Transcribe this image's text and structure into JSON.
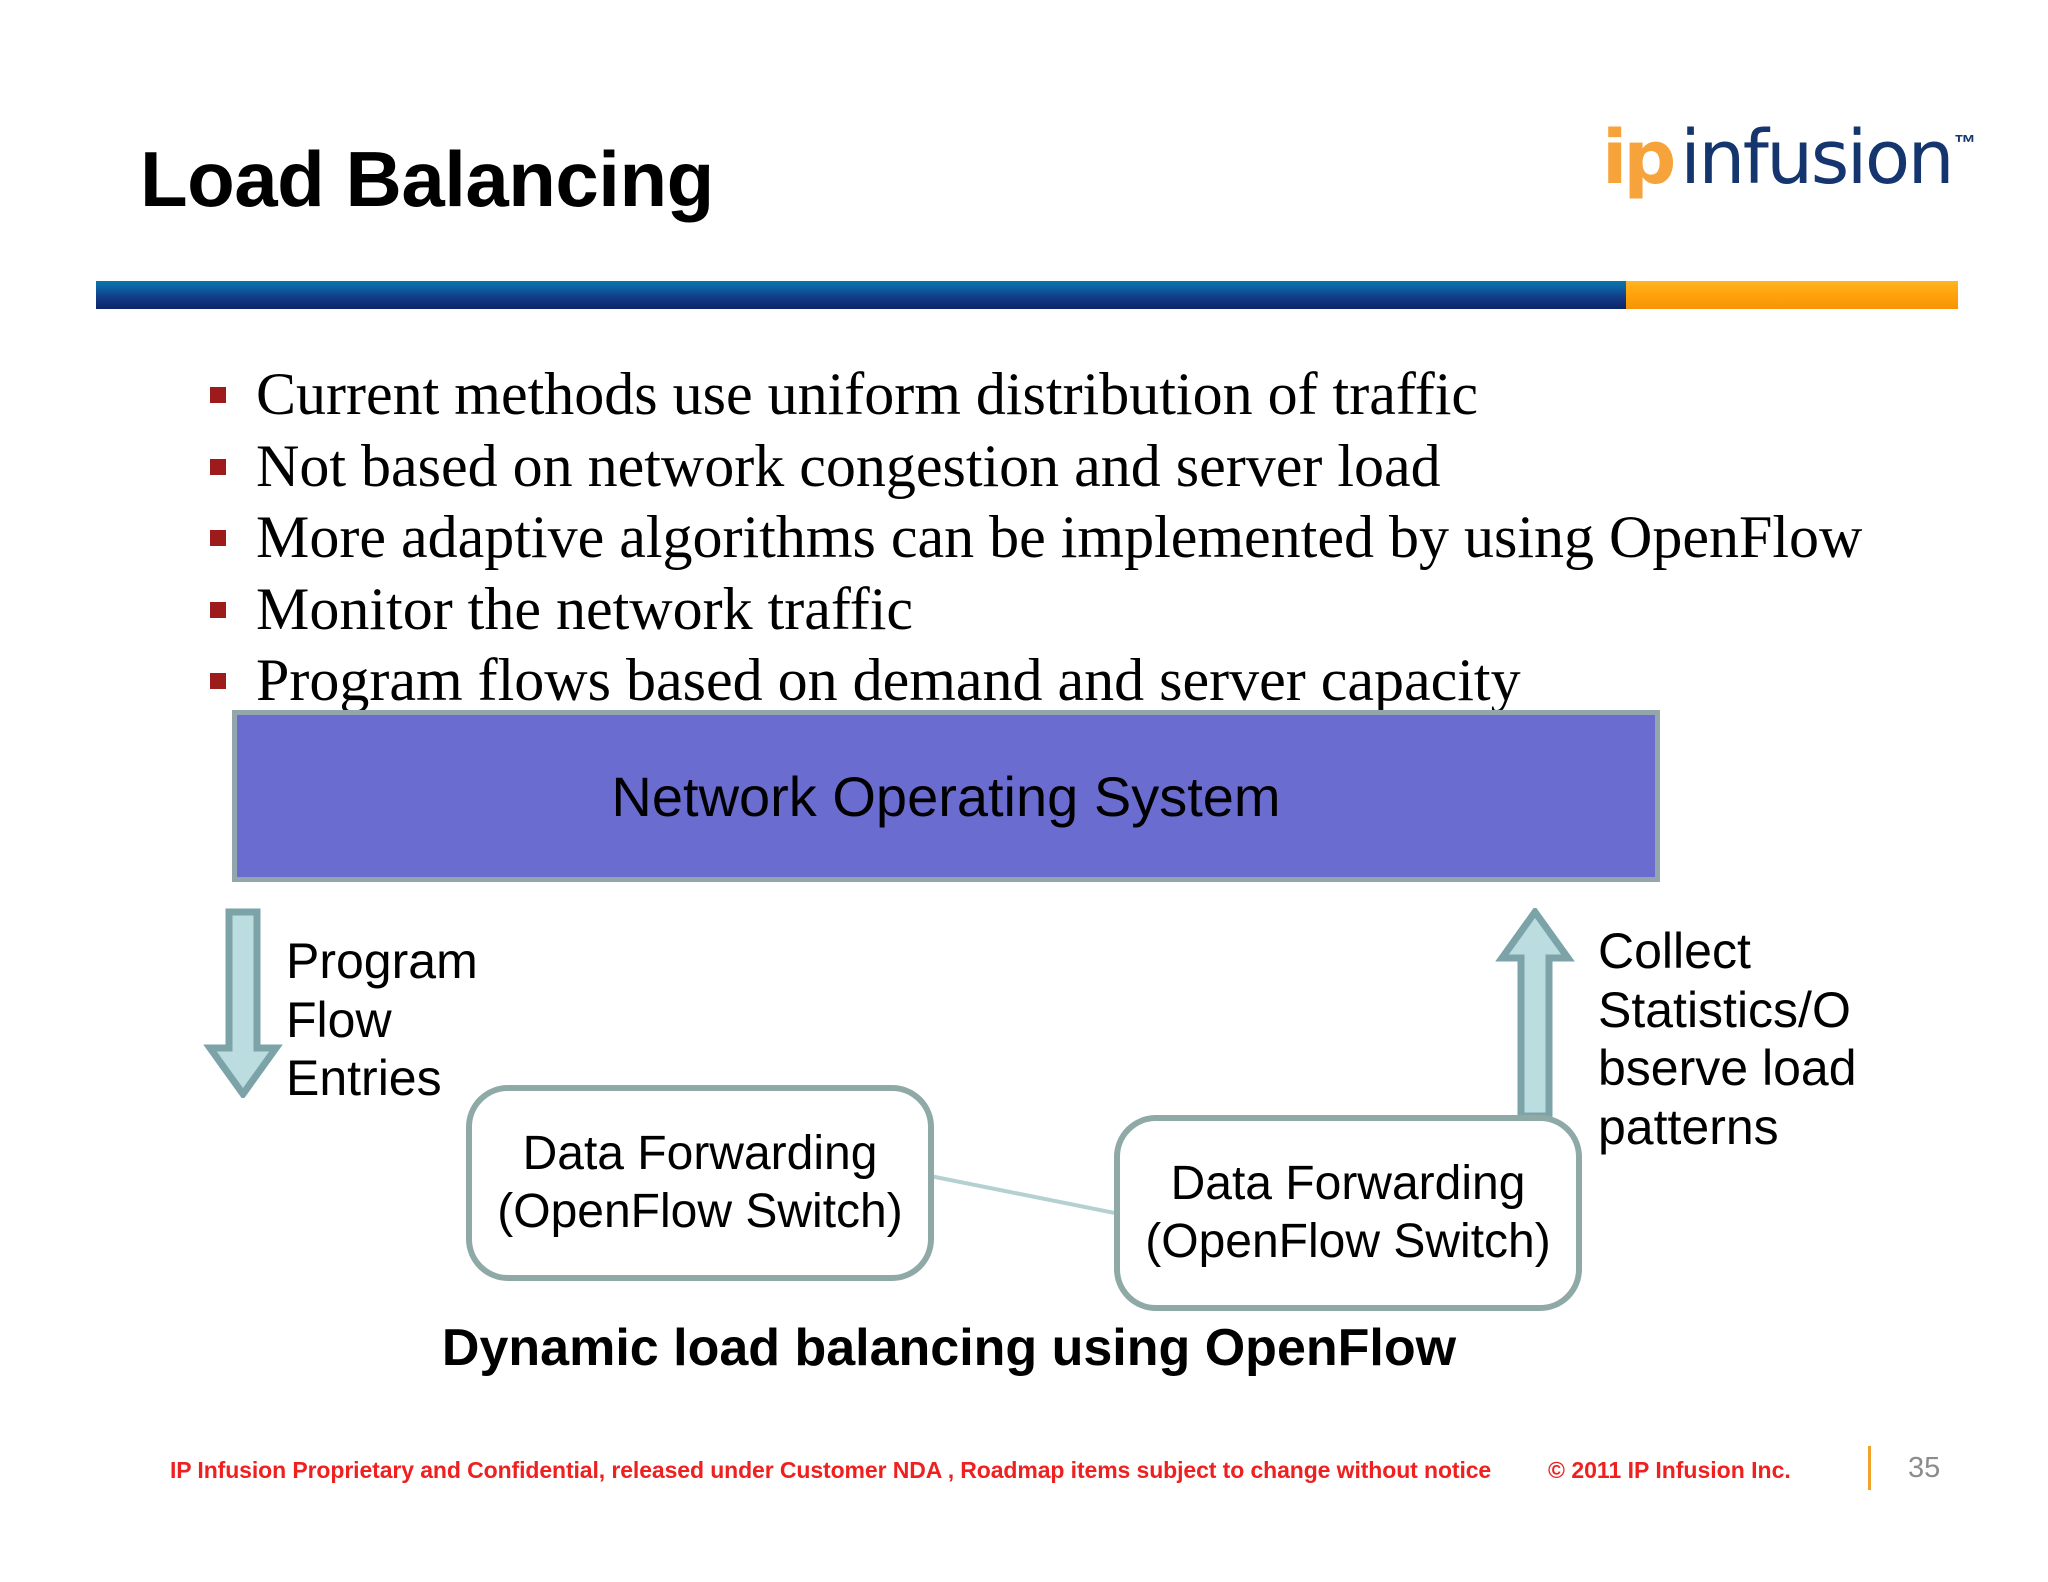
{
  "slide": {
    "title": "Load Balancing",
    "logo": {
      "mark": "ip",
      "word": "infusion",
      "tm": "™",
      "orange": "#f6a33c",
      "blue": "#14356e"
    },
    "divider": {
      "blue": "#123a86",
      "orange": "#ffa40c"
    }
  },
  "bullets": [
    "Current methods use uniform distribution of traffic",
    "Not based on network congestion and server load",
    "More adaptive algorithms can be implemented by using OpenFlow",
    "Monitor the network traffic",
    "Program flows based on demand and server capacity"
  ],
  "bullet_marker_color": "#9e1b1b",
  "diagram": {
    "controller": {
      "label": "Network Operating System",
      "fill": "#6a6cd0",
      "border": "#93a6ab"
    },
    "arrow_down": {
      "name": "program-flow-arrow",
      "fill": "#bcdde0",
      "stroke": "#7ba3a8"
    },
    "arrow_up": {
      "name": "collect-statistics-arrow",
      "fill": "#bcdde0",
      "stroke": "#7ba3a8"
    },
    "label_left": "Program\nFlow\nEntries",
    "label_left_lines": [
      "Program",
      "Flow",
      "Entries"
    ],
    "label_right": "Collect\nStatistics/O\nbserve load\npatterns",
    "label_right_lines": [
      "Collect",
      "Statistics/O",
      "bserve load",
      "patterns"
    ],
    "switches": [
      {
        "line1": "Data Forwarding",
        "line2": "(OpenFlow Switch)"
      },
      {
        "line1": "Data Forwarding",
        "line2": "(OpenFlow Switch)"
      }
    ],
    "switch_border": "#8fa9a7",
    "link_color": "#b5d0d2",
    "caption": "Dynamic load balancing using OpenFlow"
  },
  "footer": {
    "notice": "IP Infusion Proprietary and Confidential, released under Customer NDA , Roadmap items subject to change without notice",
    "copyright": "© 2011 IP Infusion Inc.",
    "page": "35",
    "notice_color": "#ef2020",
    "separator_color": "#f0a22a",
    "page_color": "#8c8c8c"
  }
}
